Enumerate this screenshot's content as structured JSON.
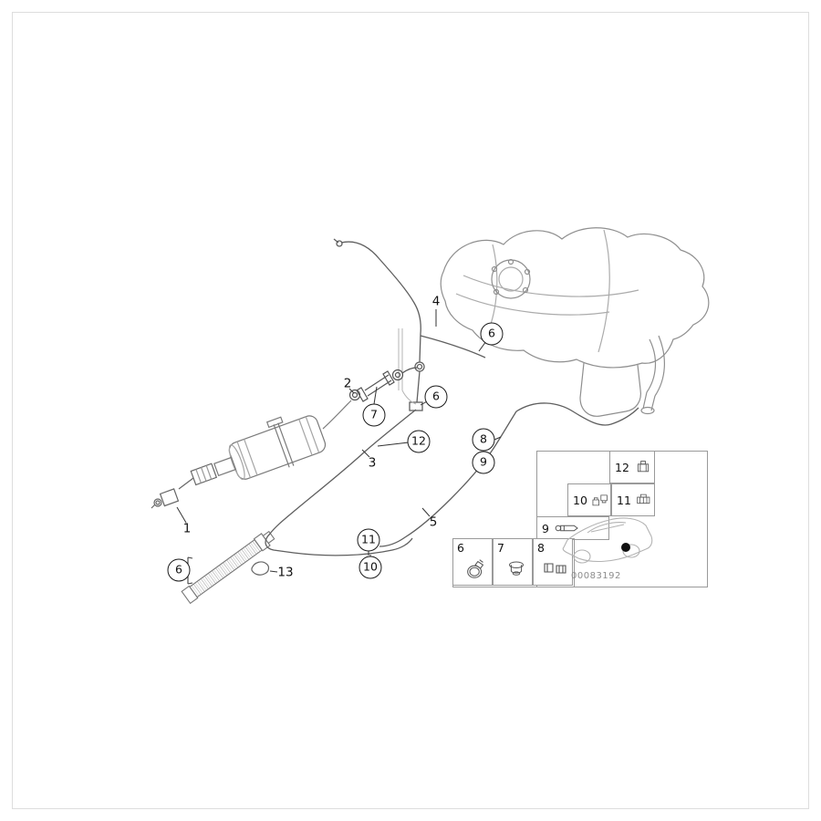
{
  "figure": {
    "image_number": "00083192",
    "circled_callouts": [
      {
        "label": "6"
      },
      {
        "label": "7"
      },
      {
        "label": "6"
      },
      {
        "label": "12"
      },
      {
        "label": "8"
      },
      {
        "label": "9"
      },
      {
        "label": "11"
      },
      {
        "label": "10"
      },
      {
        "label": "6"
      }
    ],
    "plain_callouts": [
      {
        "label": "4"
      },
      {
        "label": "2"
      },
      {
        "label": "3"
      },
      {
        "label": "1"
      },
      {
        "label": "5"
      },
      {
        "label": "13"
      }
    ],
    "legend": {
      "cells": [
        {
          "label": "12",
          "icon": "pipe-clip-icon"
        },
        {
          "label": "10",
          "icon": "quick-connector-icon"
        },
        {
          "label": "11",
          "icon": "line-clip-icon"
        },
        {
          "label": "9",
          "icon": "holder-bracket-icon"
        },
        {
          "label": "6",
          "icon": "hose-clamp-icon"
        },
        {
          "label": "7",
          "icon": "grommet-icon"
        },
        {
          "label": "8",
          "icon": "double-clip-icon"
        }
      ]
    },
    "colors": {
      "pipe_line": "#5f5f5f",
      "tank_line": "#8f8f8f",
      "callout_ring": "#1a1a1a",
      "legend_border": "#9a9a9a",
      "location_dot": "#111111"
    }
  }
}
